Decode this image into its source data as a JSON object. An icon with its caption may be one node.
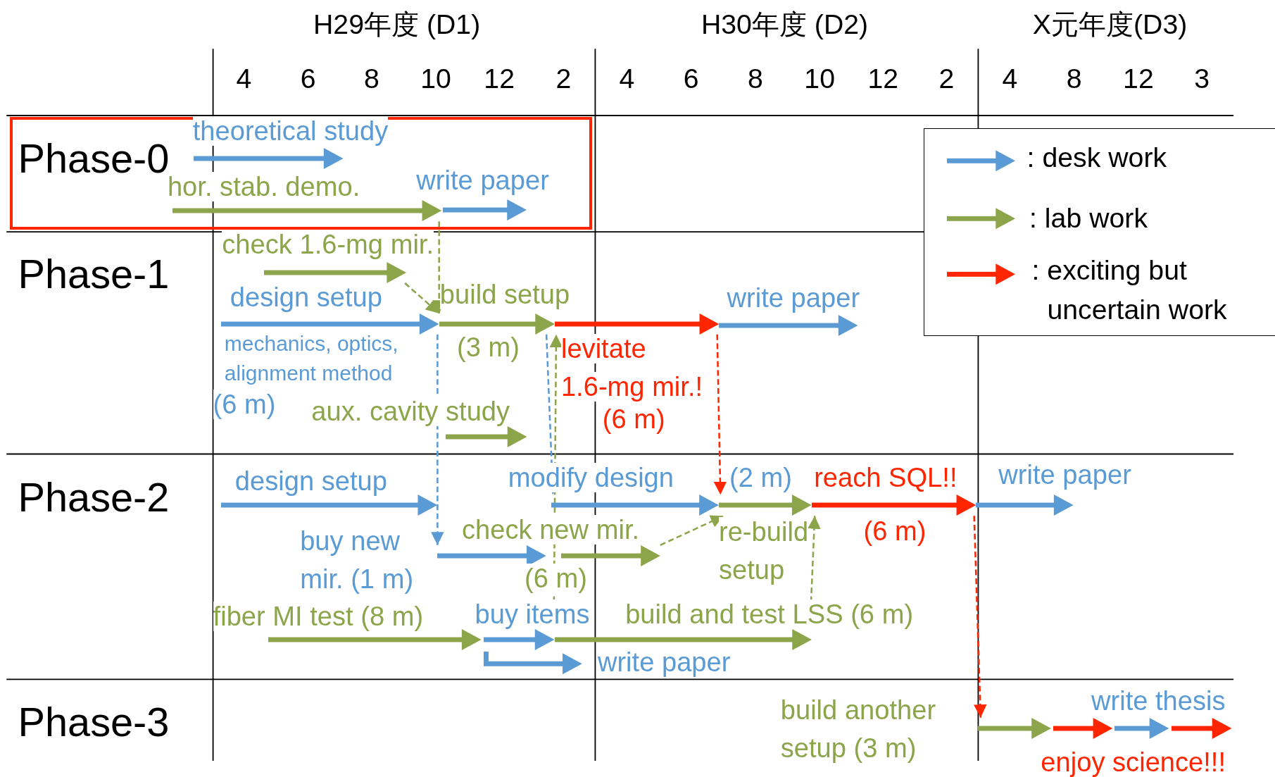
{
  "diagram": {
    "nodes": [
      {
        "text": [],
        "shape": "bar",
        "beside": [
          "theoretical study"
        ]
      },
      {
        "text": [],
        "shape": "bar",
        "beside": [
          "hor. stab. demo."
        ]
      },
      {
        "text": [],
        "shape": "bar",
        "beside": [
          "write paper"
        ]
      },
      {
        "text": [],
        "shape": "bar",
        "beside": [
          "check 1.6-mg mir."
        ]
      },
      {
        "text": [],
        "shape": "bar",
        "beside": [
          "design setup",
          "mechanics, optics, alignment method",
          "(6 m)"
        ]
      },
      {
        "text": [],
        "shape": "bar",
        "beside": [
          "build setup",
          "(3 m)"
        ]
      },
      {
        "text": [],
        "shape": "bar",
        "beside": [
          "levitate 1.6-mg mir.!",
          "(6 m)"
        ]
      },
      {
        "text": [],
        "shape": "bar",
        "beside": [
          "write paper"
        ]
      },
      {
        "text": [],
        "shape": "bar",
        "beside": [
          "aux. cavity study"
        ]
      },
      {
        "text": [],
        "shape": "bar",
        "beside": [
          "design setup"
        ]
      },
      {
        "text": [],
        "shape": "bar",
        "beside": [
          "buy new mir. (1 m)"
        ]
      },
      {
        "text": [],
        "shape": "bar",
        "beside": [
          "check new mir.",
          "(6 m)"
        ]
      },
      {
        "text": [],
        "shape": "bar",
        "beside": [
          "modify design",
          "(2 m)"
        ]
      },
      {
        "text": [],
        "shape": "bar",
        "beside": [
          "re-build setup"
        ]
      },
      {
        "text": [],
        "shape": "bar",
        "beside": [
          "reach SQL!!",
          "(6 m)"
        ]
      },
      {
        "text": [],
        "shape": "bar",
        "beside": [
          "write paper"
        ]
      },
      {
        "text": [],
        "shape": "bar",
        "beside": [
          "fiber MI test (8 m)"
        ]
      },
      {
        "text": [],
        "shape": "bar",
        "beside": [
          "buy items"
        ]
      },
      {
        "text": [],
        "shape": "bar",
        "beside": [
          "build and test LSS (6 m)"
        ]
      },
      {
        "text": [],
        "shape": "bar",
        "beside": [
          "write paper"
        ]
      },
      {
        "text": [],
        "shape": "bar",
        "beside": [
          "build another setup (3 m)"
        ]
      },
      {
        "text": [],
        "shape": "bar",
        "beside": [
          "enjoy science!!!"
        ]
      },
      {
        "text": [],
        "shape": "bar",
        "beside": [
          "write thesis"
        ]
      },
      {
        "text": [],
        "shape": "bar"
      }
    ],
    "edges": [
      {
        "from": 1,
        "to": 5,
        "arrow": "to",
        "style": "dashed",
        "color": "#8da54a"
      },
      {
        "from": 3,
        "to": 5,
        "arrow": "to",
        "style": "dashed",
        "color": "#8da54a"
      },
      {
        "from": 4,
        "to": 10,
        "arrow": "to",
        "style": "dashed",
        "color": "#5b9bd5"
      },
      {
        "from": 17,
        "to": 6,
        "arrow": "to",
        "style": "dashed",
        "color": "#8da54a"
      },
      {
        "from": 5,
        "to": 12,
        "arrow": "to",
        "style": "dashed",
        "color": "#5b9bd5"
      },
      {
        "from": 6,
        "to": 13,
        "arrow": "to",
        "style": "dashed",
        "color": "#ff2500"
      },
      {
        "from": 11,
        "to": 13,
        "arrow": "to",
        "style": "dashed",
        "color": "#8da54a"
      },
      {
        "from": 18,
        "to": 14,
        "arrow": "to",
        "style": "dashed",
        "color": "#8da54a"
      },
      {
        "from": 14,
        "to": 20,
        "arrow": "to",
        "style": "dashed",
        "color": "#ff2500"
      }
    ],
    "labels": [
      "H29年度 (D1)",
      "H30年度 (D2)",
      "X元年度(D3)",
      "4",
      "6",
      "8",
      "10",
      "12",
      "2",
      "4",
      "6",
      "8",
      "10",
      "12",
      "2",
      "4",
      "8",
      "12",
      "3",
      "Phase-0",
      "Phase-1",
      "Phase-2",
      "Phase-3"
    ],
    "legend": [
      {
        "text": ": desk work",
        "color": "#5b9bd5"
      },
      {
        "text": ": lab work",
        "color": "#8da54a"
      },
      {
        "text": ": exciting but uncertain work",
        "color": "#ff2500"
      }
    ]
  }
}
